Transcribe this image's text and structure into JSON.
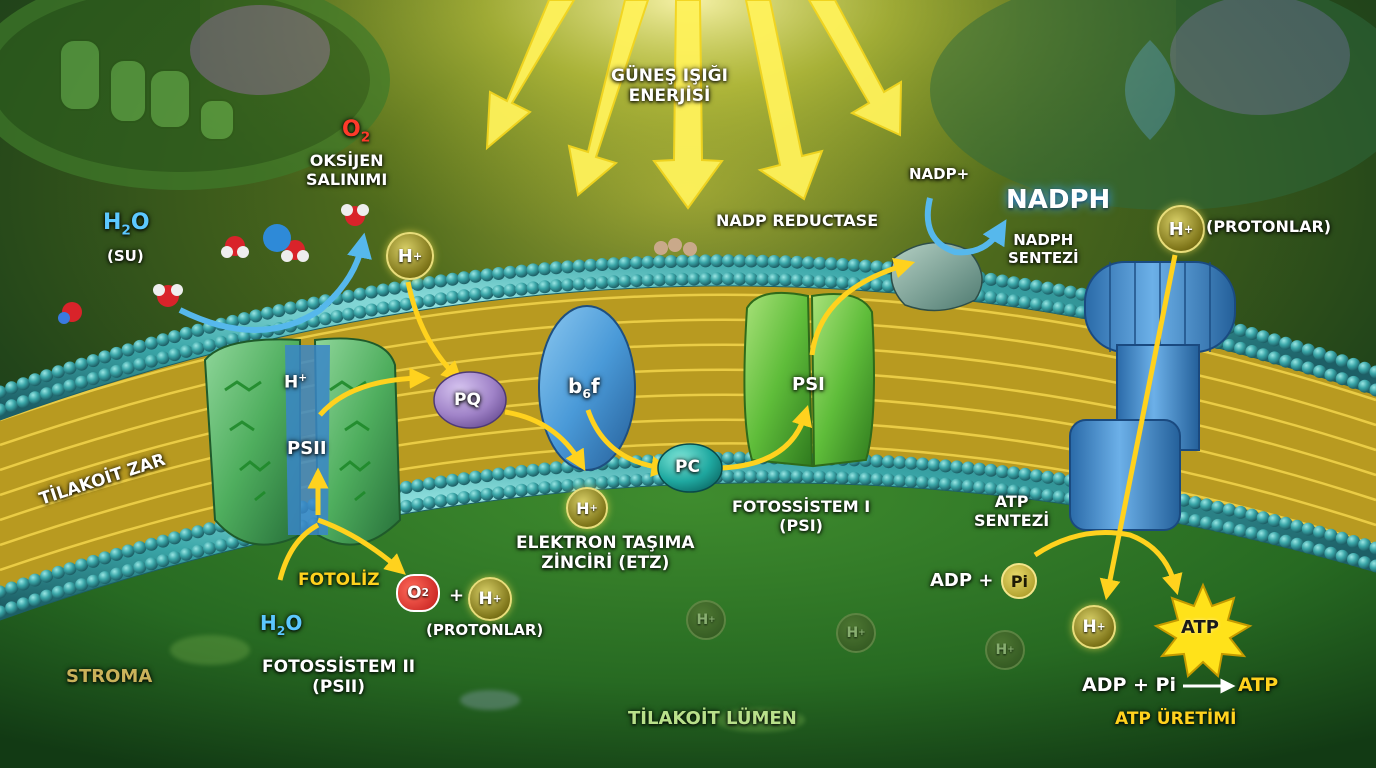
{
  "title": {
    "line1": "GÜNEŞ IŞIĞI",
    "line2": "ENERJİSİ"
  },
  "labels": {
    "o2_top": "O",
    "o2_top_sub": "2",
    "oxygen": {
      "line1": "OKSİJEN",
      "line2": "SALINIMI"
    },
    "h2o_top": "H",
    "h2o_top_sub": "2",
    "h2o_top_o": "O",
    "su": "(SU)",
    "tilakoit_zar": "TİLAKOİT ZAR",
    "nadp_reductase": "NADP REDUCTASE",
    "nadp_plus": "NADP+",
    "nadph": "NADPH",
    "nadph_sentezi": {
      "line1": "NADPH",
      "line2": "SENTEZİ"
    },
    "protonlar_top": "(PROTONLAR)",
    "psii": "PSII",
    "pq": "PQ",
    "b6f_b": "b",
    "b6f_sub": "6",
    "b6f_f": "f",
    "pc": "PC",
    "psi": "PSI",
    "etz": {
      "line1": "ELEKTRON TAŞIMA",
      "line2": "ZİNCİRİ (ETZ)"
    },
    "fotossistem_i": {
      "line1": "FOTOSSİSTEM I",
      "line2": "(PSI)"
    },
    "atp_sentezi": {
      "line1": "ATP",
      "line2": "SENTEZİ"
    },
    "adp_plus": "ADP +",
    "pi": "Pi",
    "fotoliz": "FOTOLİZ",
    "h2o_bottom_h": "H",
    "h2o_bottom_sub": "2",
    "h2o_bottom_o": "O",
    "o2_bottom": "O",
    "o2_bottom_sub": "2",
    "plus": "+",
    "protonlar_bottom": "(PROTONLAR)",
    "fotossistem_ii": {
      "line1": "FOTOSSİSTEM II",
      "line2": "(PSII)"
    },
    "stroma": "STROMA",
    "tilakoit_lumen": "TİLAKOİT LÜMEN",
    "atp_star": "ATP",
    "equation": {
      "left": "ADP + Pi",
      "right": "ATP"
    },
    "atp_uretimi": "ATP ÜRETİMİ",
    "h": "H",
    "h_sup": "+"
  },
  "colors": {
    "membrane_head": "#3aa6a8",
    "tail": "#d8b62a",
    "psii": "#4fae5e",
    "psi": "#5fbd3a",
    "b6f": "#4a9ad8",
    "pq": "#a083c8",
    "pc": "#1fa8a0",
    "atp_synthase": "#3e86c8",
    "arrow": "#ffd21e",
    "water_arrow": "#56b8ec",
    "atp_star": "#ffe21a"
  }
}
